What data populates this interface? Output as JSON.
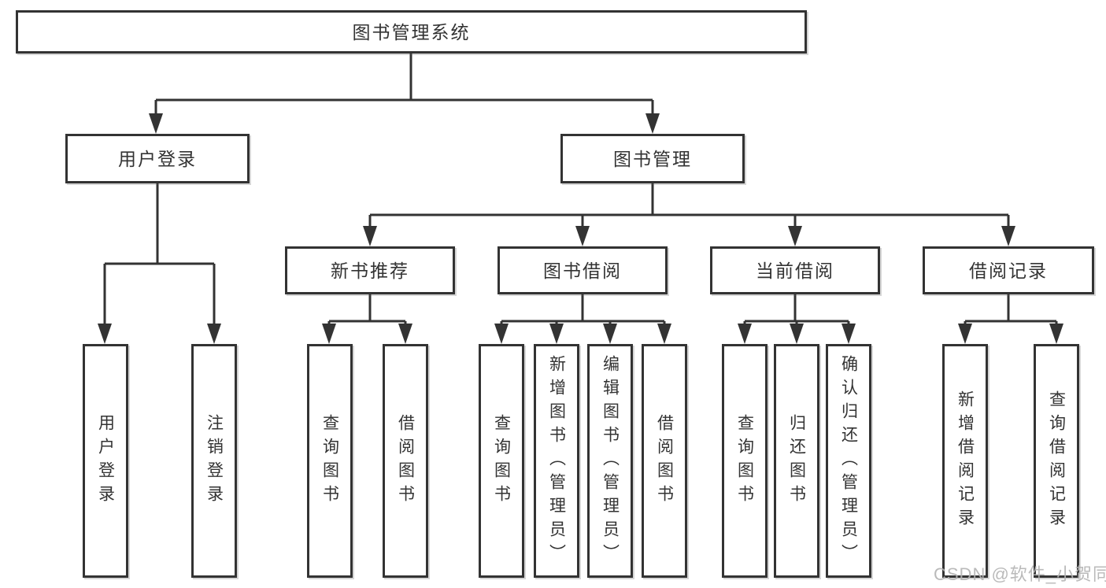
{
  "diagram": {
    "root": {
      "label": "图书管理系统"
    },
    "user_login": {
      "label": "用户登录",
      "children": {
        "login": {
          "label": "用户登录"
        },
        "logout": {
          "label": "注销登录"
        }
      }
    },
    "book_management": {
      "label": "图书管理",
      "sections": {
        "new_book_recommend": {
          "label": "新书推荐",
          "children": {
            "query_books": {
              "label": "查询图书"
            },
            "borrow_books": {
              "label": "借阅图书"
            }
          }
        },
        "book_borrowing": {
          "label": "图书借阅",
          "children": {
            "query_books": {
              "label": "查询图书"
            },
            "add_books": {
              "label": "新增图书（管理员）"
            },
            "edit_books": {
              "label": "编辑图书（管理员）"
            },
            "borrow_books": {
              "label": "借阅图书"
            }
          }
        },
        "current_borrowing": {
          "label": "当前借阅",
          "children": {
            "query_books": {
              "label": "查询图书"
            },
            "return_books": {
              "label": "归还图书"
            },
            "confirm_return": {
              "label": "确认归还（管理员）"
            }
          }
        },
        "borrow_records": {
          "label": "借阅记录",
          "children": {
            "add_record": {
              "label": "新增借阅记录"
            },
            "query_record": {
              "label": "查询借阅记录"
            }
          }
        }
      }
    }
  },
  "watermark": {
    "text": "CSDN @软件_小贺同学",
    "color": "#b3b3b3"
  },
  "colors": {
    "background": "#ffffff",
    "box_border": "#333333",
    "line": "#333333",
    "text": "#333333"
  }
}
